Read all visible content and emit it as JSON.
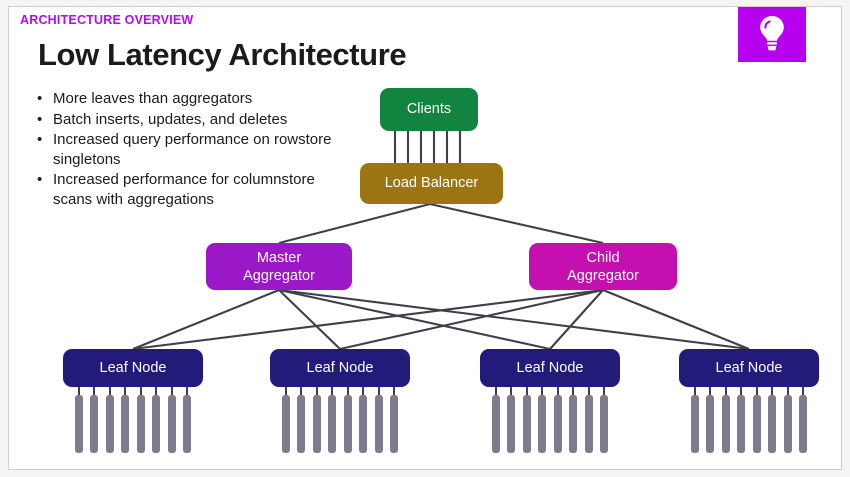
{
  "slide": {
    "eyebrow": "ARCHITECTURE OVERVIEW",
    "title": "Low Latency Architecture",
    "badge_icon": "lightbulb-icon",
    "bullet_marker": "•"
  },
  "bullets": [
    {
      "text": "More leaves than aggregators"
    },
    {
      "text": "Batch inserts, updates, and deletes"
    },
    {
      "text": "Increased query performance on rowstore singletons"
    },
    {
      "text": "Increased performance for columnstore scans with aggregations"
    }
  ],
  "diagram": {
    "nodes": {
      "clients": "Clients",
      "load_balancer": "Load Balancer",
      "master_aggregator": "Master\nAggregator",
      "master_aggregator_line1": "Master",
      "master_aggregator_line2": "Aggregator",
      "child_aggregator_line1": "Child",
      "child_aggregator_line2": "Aggregator",
      "leaf": "Leaf Node"
    },
    "leaf_nodes": [
      {
        "label": "Leaf Node"
      },
      {
        "label": "Leaf Node"
      },
      {
        "label": "Leaf Node"
      },
      {
        "label": "Leaf Node"
      }
    ],
    "disks_per_leaf": 8,
    "client_links": 6
  },
  "colors": {
    "eyebrow": "#aa11ee",
    "title": "#1b1b1b",
    "badge": "#b800f0",
    "clients": "#13843f",
    "load_balancer": "#9a7512",
    "master_aggregator": "#9b18c8",
    "child_aggregator": "#c410ae",
    "leaf_node": "#231b7a",
    "disk": "#7c7c8c",
    "edge": "#3f3f4c",
    "slide_background": "#ffffff",
    "frame": "#f4f4f4"
  }
}
